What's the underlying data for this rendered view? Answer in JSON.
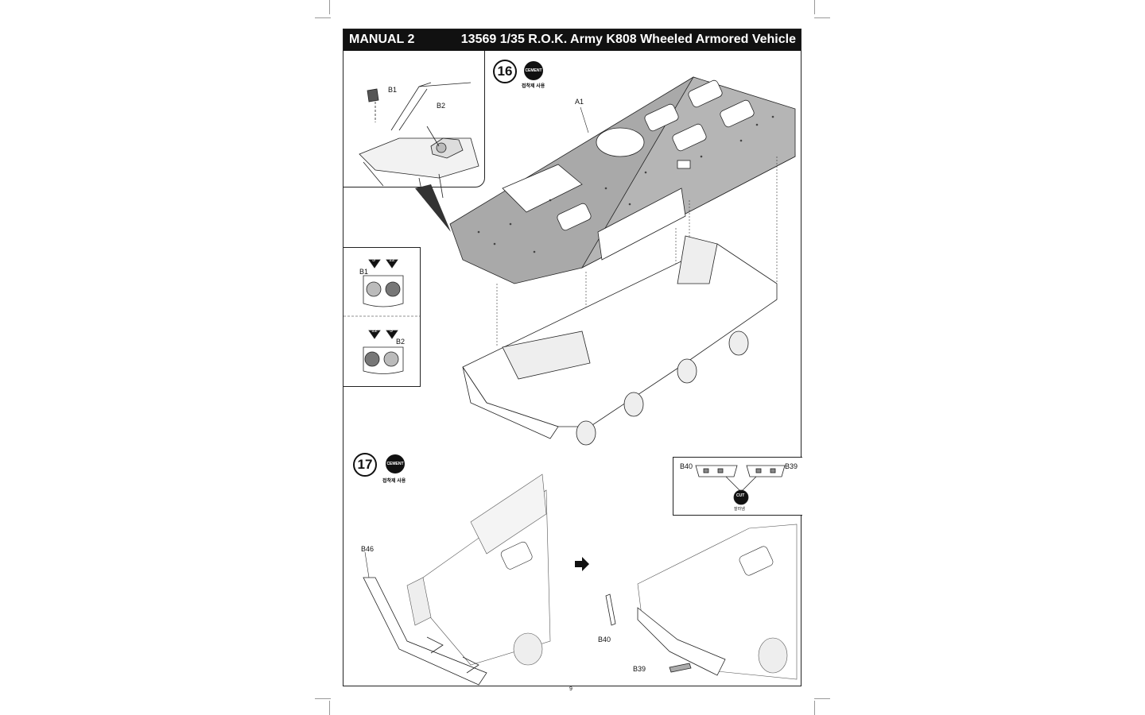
{
  "header": {
    "left_title": "MANUAL 2",
    "right_title": "13569 1/35 R.O.K. Army K808 Wheeled Armored Vehicle"
  },
  "step16": {
    "number": "16",
    "cement_label": "CEMENT",
    "cement_sub": "접착제 사용",
    "part_A1": "A1",
    "inset_part_B1": "B1",
    "inset_part_B2": "B2"
  },
  "detail_box": {
    "b1_label": "B1",
    "b2_label": "B2",
    "marker_3": "3",
    "marker_12": "12"
  },
  "step17": {
    "number": "17",
    "cement_label": "CEMENT",
    "cement_sub": "접착제 사용",
    "part_B46": "B46",
    "part_B40": "B40",
    "part_B39": "B39"
  },
  "cut_box": {
    "label_B40": "B40",
    "label_B39": "B39",
    "cut_label": "CUT",
    "cut_sub": "잘라냄"
  },
  "page_number": "9",
  "colors": {
    "header_bg": "#111111",
    "hull_fill": "#a9a9a9",
    "line": "#222222"
  }
}
